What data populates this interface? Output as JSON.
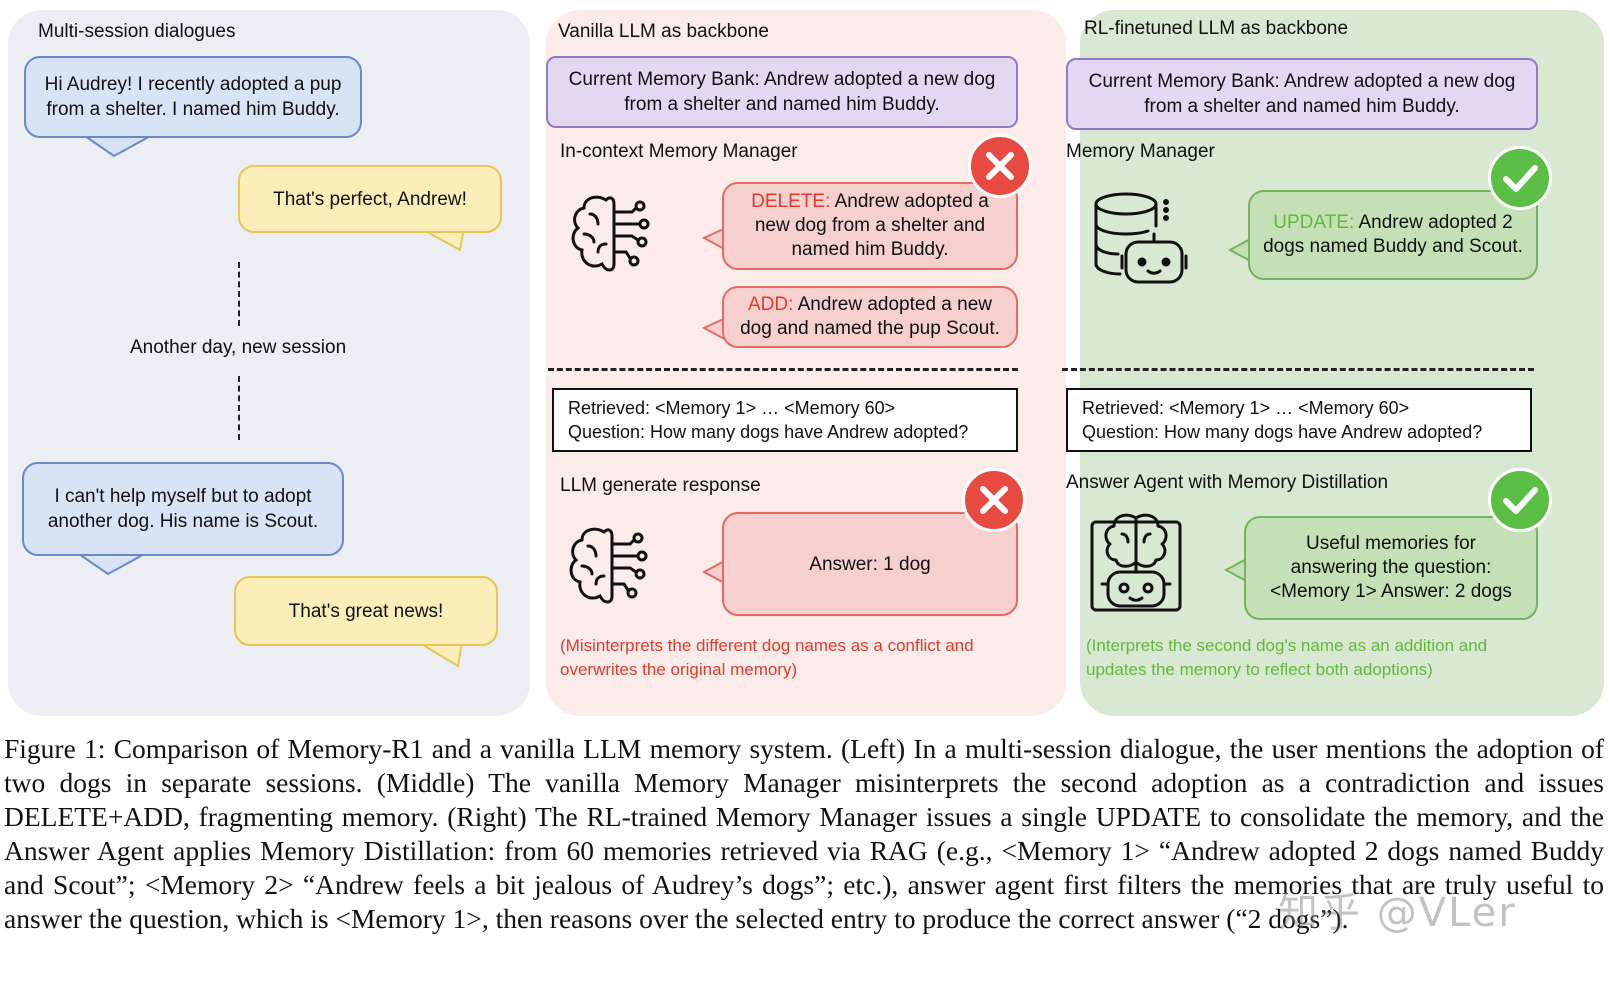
{
  "left_panel": {
    "title": "Multi-session dialogues",
    "bubble1": [
      "Hi Audrey! I recently adopted a pup",
      "from a shelter. I named him Buddy."
    ],
    "reply1": "That's perfect, Andrew!",
    "separator": "Another day, new session",
    "bubble2": [
      "I can't help myself but to adopt",
      "another dog. His name is Scout."
    ],
    "reply2": "That's great news!"
  },
  "middle_panel": {
    "title": "Vanilla LLM as backbone",
    "memory_bank": [
      "Current Memory Bank: Andrew adopted a new dog",
      "from a shelter and named him Buddy."
    ],
    "manager_label": "In-context Memory Manager",
    "delete_op": {
      "keyword": "DELETE:",
      "line1_rest": " Andrew adopted a",
      "line2": "new dog from a shelter and",
      "line3": "named him Buddy."
    },
    "add_op": {
      "keyword": "ADD:",
      "line1_rest": " Andrew adopted a new",
      "line2": "dog and named the pup Scout."
    },
    "retrieved": [
      "Retrieved: <Memory 1> … <Memory 60>",
      "Question: How many dogs have Andrew adopted?"
    ],
    "response_label": "LLM generate response",
    "answer": "Answer: 1 dog",
    "note": [
      "(Misinterprets the different dog names as a conflict and",
      "overwrites the original memory)"
    ]
  },
  "right_panel": {
    "title": "RL-finetuned LLM as backbone",
    "memory_bank": [
      "Current Memory Bank: Andrew adopted a new dog",
      "from a shelter and named him Buddy."
    ],
    "manager_label": "Memory Manager",
    "update_op": {
      "keyword": "UPDATE:",
      "line1_rest": " Andrew adopted 2",
      "line2": "dogs named Buddy and Scout."
    },
    "retrieved": [
      "Retrieved: <Memory 1> … <Memory 60>",
      "Question: How many dogs have Andrew adopted?"
    ],
    "agent_label": "Answer Agent with Memory Distillation",
    "answer": [
      "Useful memories for",
      "answering the question:",
      "<Memory 1> Answer: 2 dogs"
    ],
    "note": [
      "(Interprets the second dog's name as an addition and",
      "updates the memory to reflect both adoptions)"
    ]
  },
  "icons": [
    "brain-circuit-icon",
    "database-robot-icon",
    "robot-brain-icon",
    "cross-icon",
    "check-icon"
  ],
  "colors": {
    "error": "#e84a42",
    "success": "#5bbf46",
    "blue_bubble": "#d9e3f6",
    "yellow_bubble": "#fbeeb8",
    "purple_box": "#e2d8f1"
  },
  "caption": "Figure 1: Comparison of Memory-R1 and a vanilla LLM memory system. (Left) In a multi-session dialogue, the user mentions the adoption of two dogs in separate sessions. (Middle) The vanilla Memory Manager misinterprets the second adoption as a contradiction and issues DELETE+ADD, fragmenting memory. (Right) The RL-trained Memory Manager issues a single UPDATE to consolidate the memory, and the Answer Agent applies Memory Distillation: from 60 memories retrieved via RAG (e.g., <Memory 1> “Andrew adopted 2 dogs named Buddy and Scout”; <Memory 2> “Andrew feels a bit jealous of Audrey’s dogs”; etc.), answer agent first filters the memories that are truly useful to answer the question, which is <Memory 1>, then reasons over the selected entry to produce the correct answer (“2 dogs”).",
  "watermark": "知乎 @VLer"
}
